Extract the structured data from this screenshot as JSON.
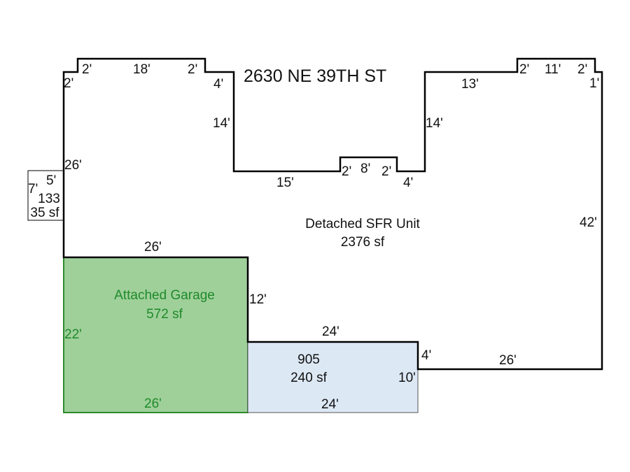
{
  "title": "2630 NE 39TH ST",
  "colors": {
    "garage_fill": "#9fd09a",
    "garage_stroke": "#2e8b2e",
    "garage_text": "#1f8a2a",
    "addition_fill": "#dde8f5",
    "outline": "#000000"
  },
  "areas": {
    "main": {
      "name": "Detached SFR Unit",
      "area": "2376 sf"
    },
    "garage": {
      "name": "Attached Garage",
      "area": "572 sf"
    },
    "addition": {
      "name": "905",
      "area": "240 sf"
    },
    "porch": {
      "name": "133",
      "area": "35 sf"
    }
  },
  "dims": {
    "d1": "2'",
    "d2": "18'",
    "d3": "2'",
    "d4": "2'",
    "d5": "4'",
    "d6": "14'",
    "d7": "15'",
    "d8": "2'",
    "d9": "8'",
    "d10": "2'",
    "d11": "4'",
    "d12": "14'",
    "d13": "13'",
    "d14": "2'",
    "d15": "11'",
    "d16": "2'",
    "d17": "1'",
    "d18": "42'",
    "d19": "26'",
    "d20": "4'",
    "d21": "10'",
    "d22": "24'",
    "d23": "24'",
    "d24": "12'",
    "d25": "26'",
    "d26": "26'",
    "d27": "22'",
    "d28": "26'",
    "d29": "5'",
    "d30": "7'"
  }
}
